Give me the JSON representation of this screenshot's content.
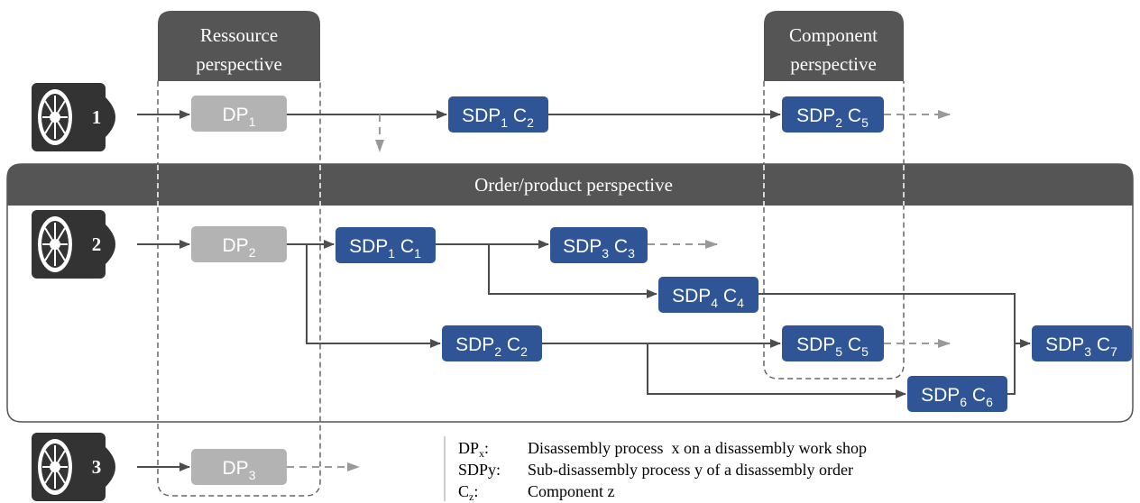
{
  "perspectives": {
    "resource_line1": "Ressource",
    "resource_line2": "perspective",
    "component_line1": "Component",
    "component_line2": "perspective",
    "order": "Order/product perspective"
  },
  "engines": [
    {
      "num": "1"
    },
    {
      "num": "2"
    },
    {
      "num": "3"
    }
  ],
  "boxes": {
    "dp1": {
      "base": "DP",
      "sub": "1"
    },
    "dp2": {
      "base": "DP",
      "sub": "2"
    },
    "dp3": {
      "base": "DP",
      "sub": "3"
    },
    "sdp1c2": {
      "a": "SDP",
      "asub": "1",
      "b": "C",
      "bsub": "2"
    },
    "sdp2c5": {
      "a": "SDP",
      "asub": "2",
      "b": "C",
      "bsub": "5"
    },
    "sdp1c1": {
      "a": "SDP",
      "asub": "1",
      "b": "C",
      "bsub": "1"
    },
    "sdp3c3": {
      "a": "SDP",
      "asub": "3",
      "b": "C",
      "bsub": "3"
    },
    "sdp4c4": {
      "a": "SDP",
      "asub": "4",
      "b": "C",
      "bsub": "4"
    },
    "sdp2c2": {
      "a": "SDP",
      "asub": "2",
      "b": "C",
      "bsub": "2"
    },
    "sdp5c5": {
      "a": "SDP",
      "asub": "5",
      "b": "C",
      "bsub": "5"
    },
    "sdp6c6": {
      "a": "SDP",
      "asub": "6",
      "b": "C",
      "bsub": "6"
    },
    "sdp3c7": {
      "a": "SDP",
      "asub": "3",
      "b": "C",
      "bsub": "7"
    }
  },
  "legend": {
    "t1_base": "DP",
    "t1_sub": "x",
    "t1_colon": ":",
    "d1": "Disassembly process  x on a disassembly work shop",
    "t2": "SDPy:",
    "d2": "Sub-disassembly process y of a disassembly order",
    "t3_base": "C",
    "t3_sub": "z",
    "t3_colon": ":",
    "d3": "Component z"
  },
  "colors": {
    "header_dark": "#555555",
    "blue_box": "#2f5597",
    "grey_box": "#b3b3b3",
    "arrow": "#4d4d4d",
    "dashed_arrow": "#999999"
  }
}
